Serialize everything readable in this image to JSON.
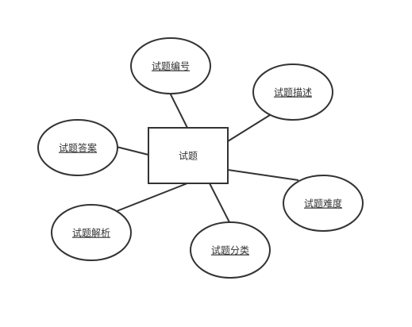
{
  "entity": {
    "label": "试题"
  },
  "attributes": [
    {
      "id": "id",
      "label": "试题编号"
    },
    {
      "id": "desc",
      "label": "试题描述"
    },
    {
      "id": "answer",
      "label": "试题答案"
    },
    {
      "id": "difficulty",
      "label": "试题难度"
    },
    {
      "id": "analysis",
      "label": "试题解析"
    },
    {
      "id": "category",
      "label": "试题分类"
    }
  ],
  "colors": {
    "stroke": "#333333",
    "background": "#ffffff",
    "text": "#333333"
  }
}
